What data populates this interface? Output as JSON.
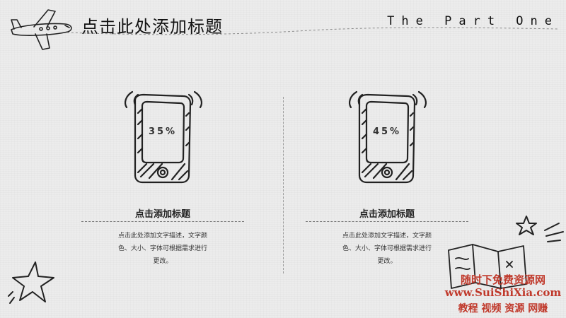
{
  "slide": {
    "title": "点击此处添加标题",
    "part_label": "The Part One"
  },
  "cards": [
    {
      "percent": "35%",
      "heading": "点击添加标题",
      "description": "点击此处添加文字描述，文字颜色、大小、字体可根据需求进行更改。"
    },
    {
      "percent": "45%",
      "heading": "点击添加标题",
      "description": "点击此处添加文字描述，文字颜色、大小、字体可根据需求进行更改。"
    }
  ],
  "watermark": {
    "line1": "随时下免费资源网",
    "line2": "www.SuiShiXia.com",
    "line3": "教程 视频 资源 网赚"
  },
  "colors": {
    "background": "#ececec",
    "ink": "#222222",
    "watermark": "#c0392b"
  },
  "icons": [
    "airplane-icon",
    "phone-icon",
    "star-icon",
    "map-icon"
  ]
}
